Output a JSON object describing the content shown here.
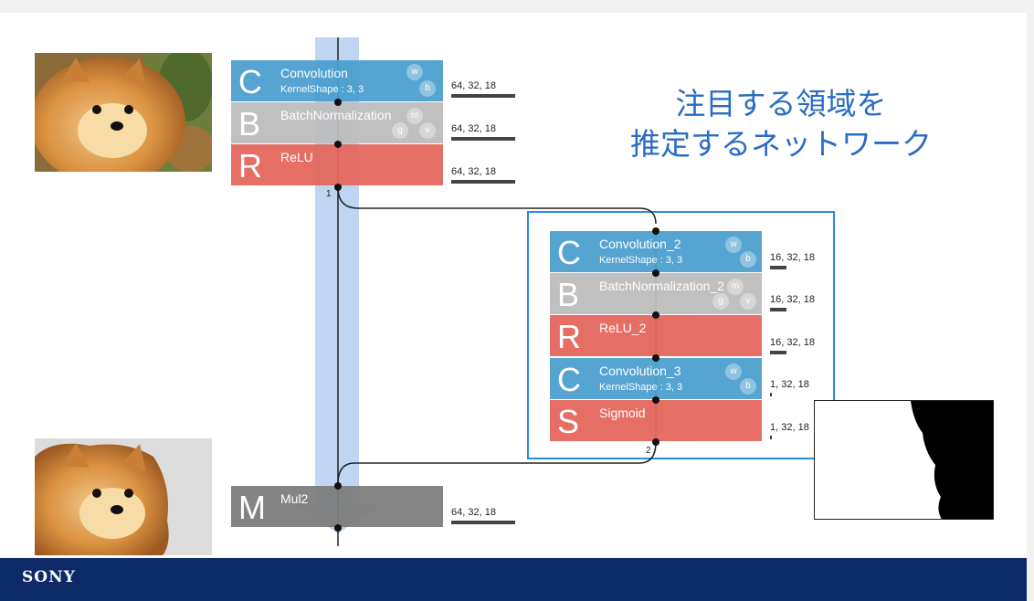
{
  "slide": {
    "title_line1": "注目する領域を",
    "title_line2": "推定するネットワーク",
    "brand": "SONY"
  },
  "colors": {
    "convolution": "#4b9fcf",
    "batch_normalization": "#bdbdbd",
    "relu_sigmoid": "#e5675c",
    "mul": "#7d7d7d",
    "highlight_box": "#2a8ae0",
    "title": "#2a6cc4",
    "footer": "#0b2a66"
  },
  "images": {
    "input_photo": "pomeranian dog photo",
    "masked_photo": "pomeranian dog with background masked out",
    "attention_mask": "black and white attention mask"
  },
  "main_path": {
    "layers": [
      {
        "letter": "C",
        "name": "Convolution",
        "sub": "KernelShape : 3, 3",
        "params": [
          "w",
          "b"
        ],
        "shape": "64, 32, 18"
      },
      {
        "letter": "B",
        "name": "BatchNormalization",
        "sub": "",
        "params": [
          "m",
          "g",
          "v"
        ],
        "shape": "64, 32, 18"
      },
      {
        "letter": "R",
        "name": "ReLU",
        "sub": "",
        "params": [],
        "shape": "64, 32, 18"
      }
    ],
    "branch_port": "1",
    "mul_layer": {
      "letter": "M",
      "name": "Mul2",
      "shape": "64, 32, 18"
    }
  },
  "attention_branch": {
    "layers": [
      {
        "letter": "C",
        "name": "Convolution_2",
        "sub": "KernelShape : 3, 3",
        "params": [
          "w",
          "b"
        ],
        "shape": "16, 32, 18"
      },
      {
        "letter": "B",
        "name": "BatchNormalization_2",
        "sub": "",
        "params": [
          "m",
          "g",
          "v"
        ],
        "shape": "16, 32, 18"
      },
      {
        "letter": "R",
        "name": "ReLU_2",
        "sub": "",
        "params": [],
        "shape": "16, 32, 18"
      },
      {
        "letter": "C",
        "name": "Convolution_3",
        "sub": "KernelShape : 3, 3",
        "params": [
          "w",
          "b"
        ],
        "shape": "1, 32, 18"
      },
      {
        "letter": "S",
        "name": "Sigmoid",
        "sub": "",
        "params": [],
        "shape": "1, 32, 18"
      }
    ],
    "merge_port": "2"
  }
}
